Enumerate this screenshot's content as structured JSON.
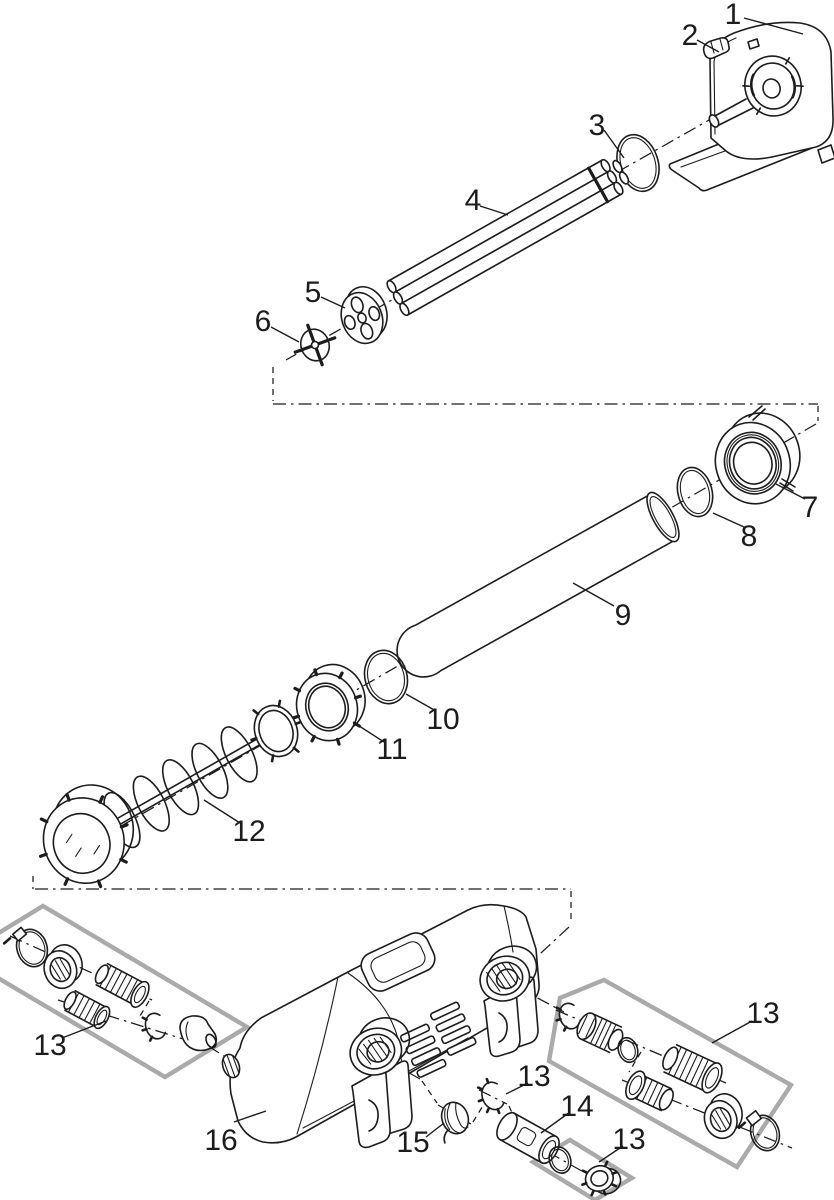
{
  "diagram": {
    "kind": "exploded-view-parts-diagram",
    "subject": "uvc-clarifier-unit",
    "background_color": "#ffffff",
    "line_color": "#1c1c1c",
    "kit_box_color": "#aaaaaa"
  },
  "callouts": [
    {
      "label": "1",
      "part": "head-unit"
    },
    {
      "label": "2",
      "part": "retaining-clip"
    },
    {
      "label": "3",
      "part": "o-ring-head"
    },
    {
      "label": "4",
      "part": "uvc-lamp-tubes"
    },
    {
      "label": "5",
      "part": "lamp-holder-plate"
    },
    {
      "label": "6",
      "part": "lamp-spider"
    },
    {
      "label": "7",
      "part": "union-collar"
    },
    {
      "label": "8",
      "part": "o-ring-collar"
    },
    {
      "label": "9",
      "part": "quartz-glass-tube"
    },
    {
      "label": "10",
      "part": "o-ring-tube"
    },
    {
      "label": "11",
      "part": "lock-ring"
    },
    {
      "label": "12",
      "part": "cleaning-rotor"
    },
    {
      "label": "13",
      "part": "hose-connection-kit-left"
    },
    {
      "label": "16",
      "part": "housing-body"
    },
    {
      "label": "15",
      "part": "flow-rosette"
    },
    {
      "label": "13",
      "part": "clip-ring"
    },
    {
      "label": "14",
      "part": "sleeve-connector"
    },
    {
      "label": "13",
      "part": "o-ring-cap-kit"
    },
    {
      "label": "13",
      "part": "hose-connection-kit-right"
    }
  ]
}
